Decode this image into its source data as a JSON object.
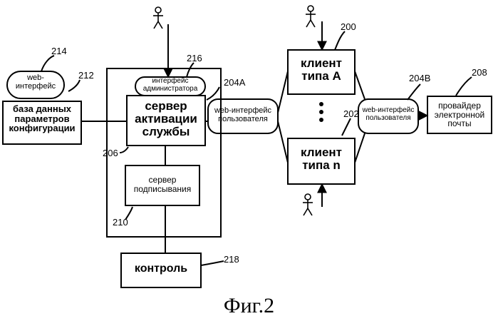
{
  "nodes": {
    "web_interface_db": "web-\nинтерфейс",
    "db": "база данных\nпараметров\nконфигурации",
    "admin_interface": "интерфейс\nадминистратора",
    "activation_server": "сервер\nактивации\nслужбы",
    "signing_server": "сервер\nподписывания",
    "control": "контроль",
    "web_user_a": "web-интерфейс\nпользователя",
    "client_a": "клиент\nтипа А",
    "client_n": "клиент\nтипа n",
    "web_user_b": "web-интерфейс\nпользователя",
    "email_provider": "провайдер\nэлектронной\nпочты"
  },
  "refs": {
    "r214": "214",
    "r212": "212",
    "r216": "216",
    "r206": "206",
    "r210": "210",
    "r218": "218",
    "r204A": "204A",
    "r200": "200",
    "r202": "202",
    "r204B": "204B",
    "r208": "208"
  },
  "caption": "Фиг.2"
}
